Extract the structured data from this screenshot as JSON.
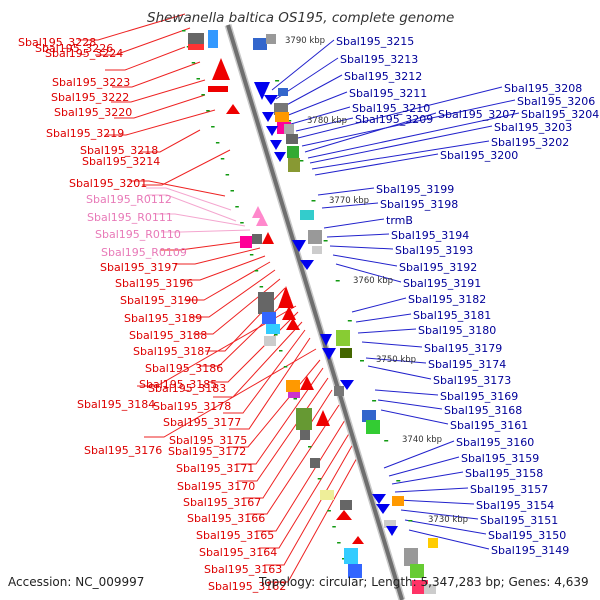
{
  "title": "Shewanella baltica OS195, complete genome",
  "footer": {
    "accession": "Accession: NC_009997",
    "topology": "Topology: circular; Length: 5,347,283 bp; Genes: 4,639"
  },
  "colors": {
    "left_label": "#dd0000",
    "left_line": "#ee2222",
    "rna_label": "#e87ab8",
    "rna_line": "#f4a6cf",
    "right_label": "#000099",
    "right_line": "#2222cc",
    "backbone": "#777777",
    "tick_mark": "#119911"
  },
  "ticks": [
    "3790 kbp",
    "3780 kbp",
    "3770 kbp",
    "3760 kbp",
    "3750 kbp",
    "3740 kbp",
    "3730 kbp"
  ],
  "left_labels": [
    "Sbal195_3228",
    "Sbal195_3226",
    "Sbal195_3224",
    "Sbal195_3223",
    "Sbal195_3222",
    "Sbal195_3220",
    "Sbal195_3219",
    "Sbal195_3218",
    "Sbal195_3214",
    "Sbal195_3201",
    "Sbal195_R0112",
    "Sbal195_R0111",
    "Sbal195_R0110",
    "Sbal195_R0109",
    "Sbal195_3197",
    "Sbal195_3196",
    "Sbal195_3190",
    "Sbal195_3189",
    "Sbal195_3188",
    "Sbal195_3187",
    "Sbal195_3186",
    "Sbal195_3185",
    "Sbal195_3184",
    "Sbal195_3183",
    "Sbal195_3178",
    "Sbal195_3177",
    "Sbal195_3175",
    "Sbal195_3176",
    "Sbal195_3172",
    "Sbal195_3171",
    "Sbal195_3170",
    "Sbal195_3167",
    "Sbal195_3166",
    "Sbal195_3165",
    "Sbal195_3164",
    "Sbal195_3163",
    "Sbal195_3162"
  ],
  "right_labels": [
    "Sbal195_3215",
    "Sbal195_3213",
    "Sbal195_3212",
    "Sbal195_3211",
    "Sbal195_3210",
    "Sbal195_3209",
    "Sbal195_3208",
    "Sbal195_3206",
    "Sbal195_3207",
    "Sbal195_3204",
    "Sbal195_3203",
    "Sbal195_3202",
    "Sbal195_3200",
    "Sbal195_3199",
    "Sbal195_3198",
    "trmB",
    "Sbal195_3194",
    "Sbal195_3193",
    "Sbal195_3192",
    "Sbal195_3191",
    "Sbal195_3182",
    "Sbal195_3181",
    "Sbal195_3180",
    "Sbal195_3179",
    "Sbal195_3174",
    "Sbal195_3173",
    "Sbal195_3169",
    "Sbal195_3168",
    "Sbal195_3161",
    "Sbal195_3160",
    "Sbal195_3159",
    "Sbal195_3158",
    "Sbal195_3157",
    "Sbal195_3154",
    "Sbal195_3151",
    "Sbal195_3150",
    "Sbal195_3149"
  ]
}
